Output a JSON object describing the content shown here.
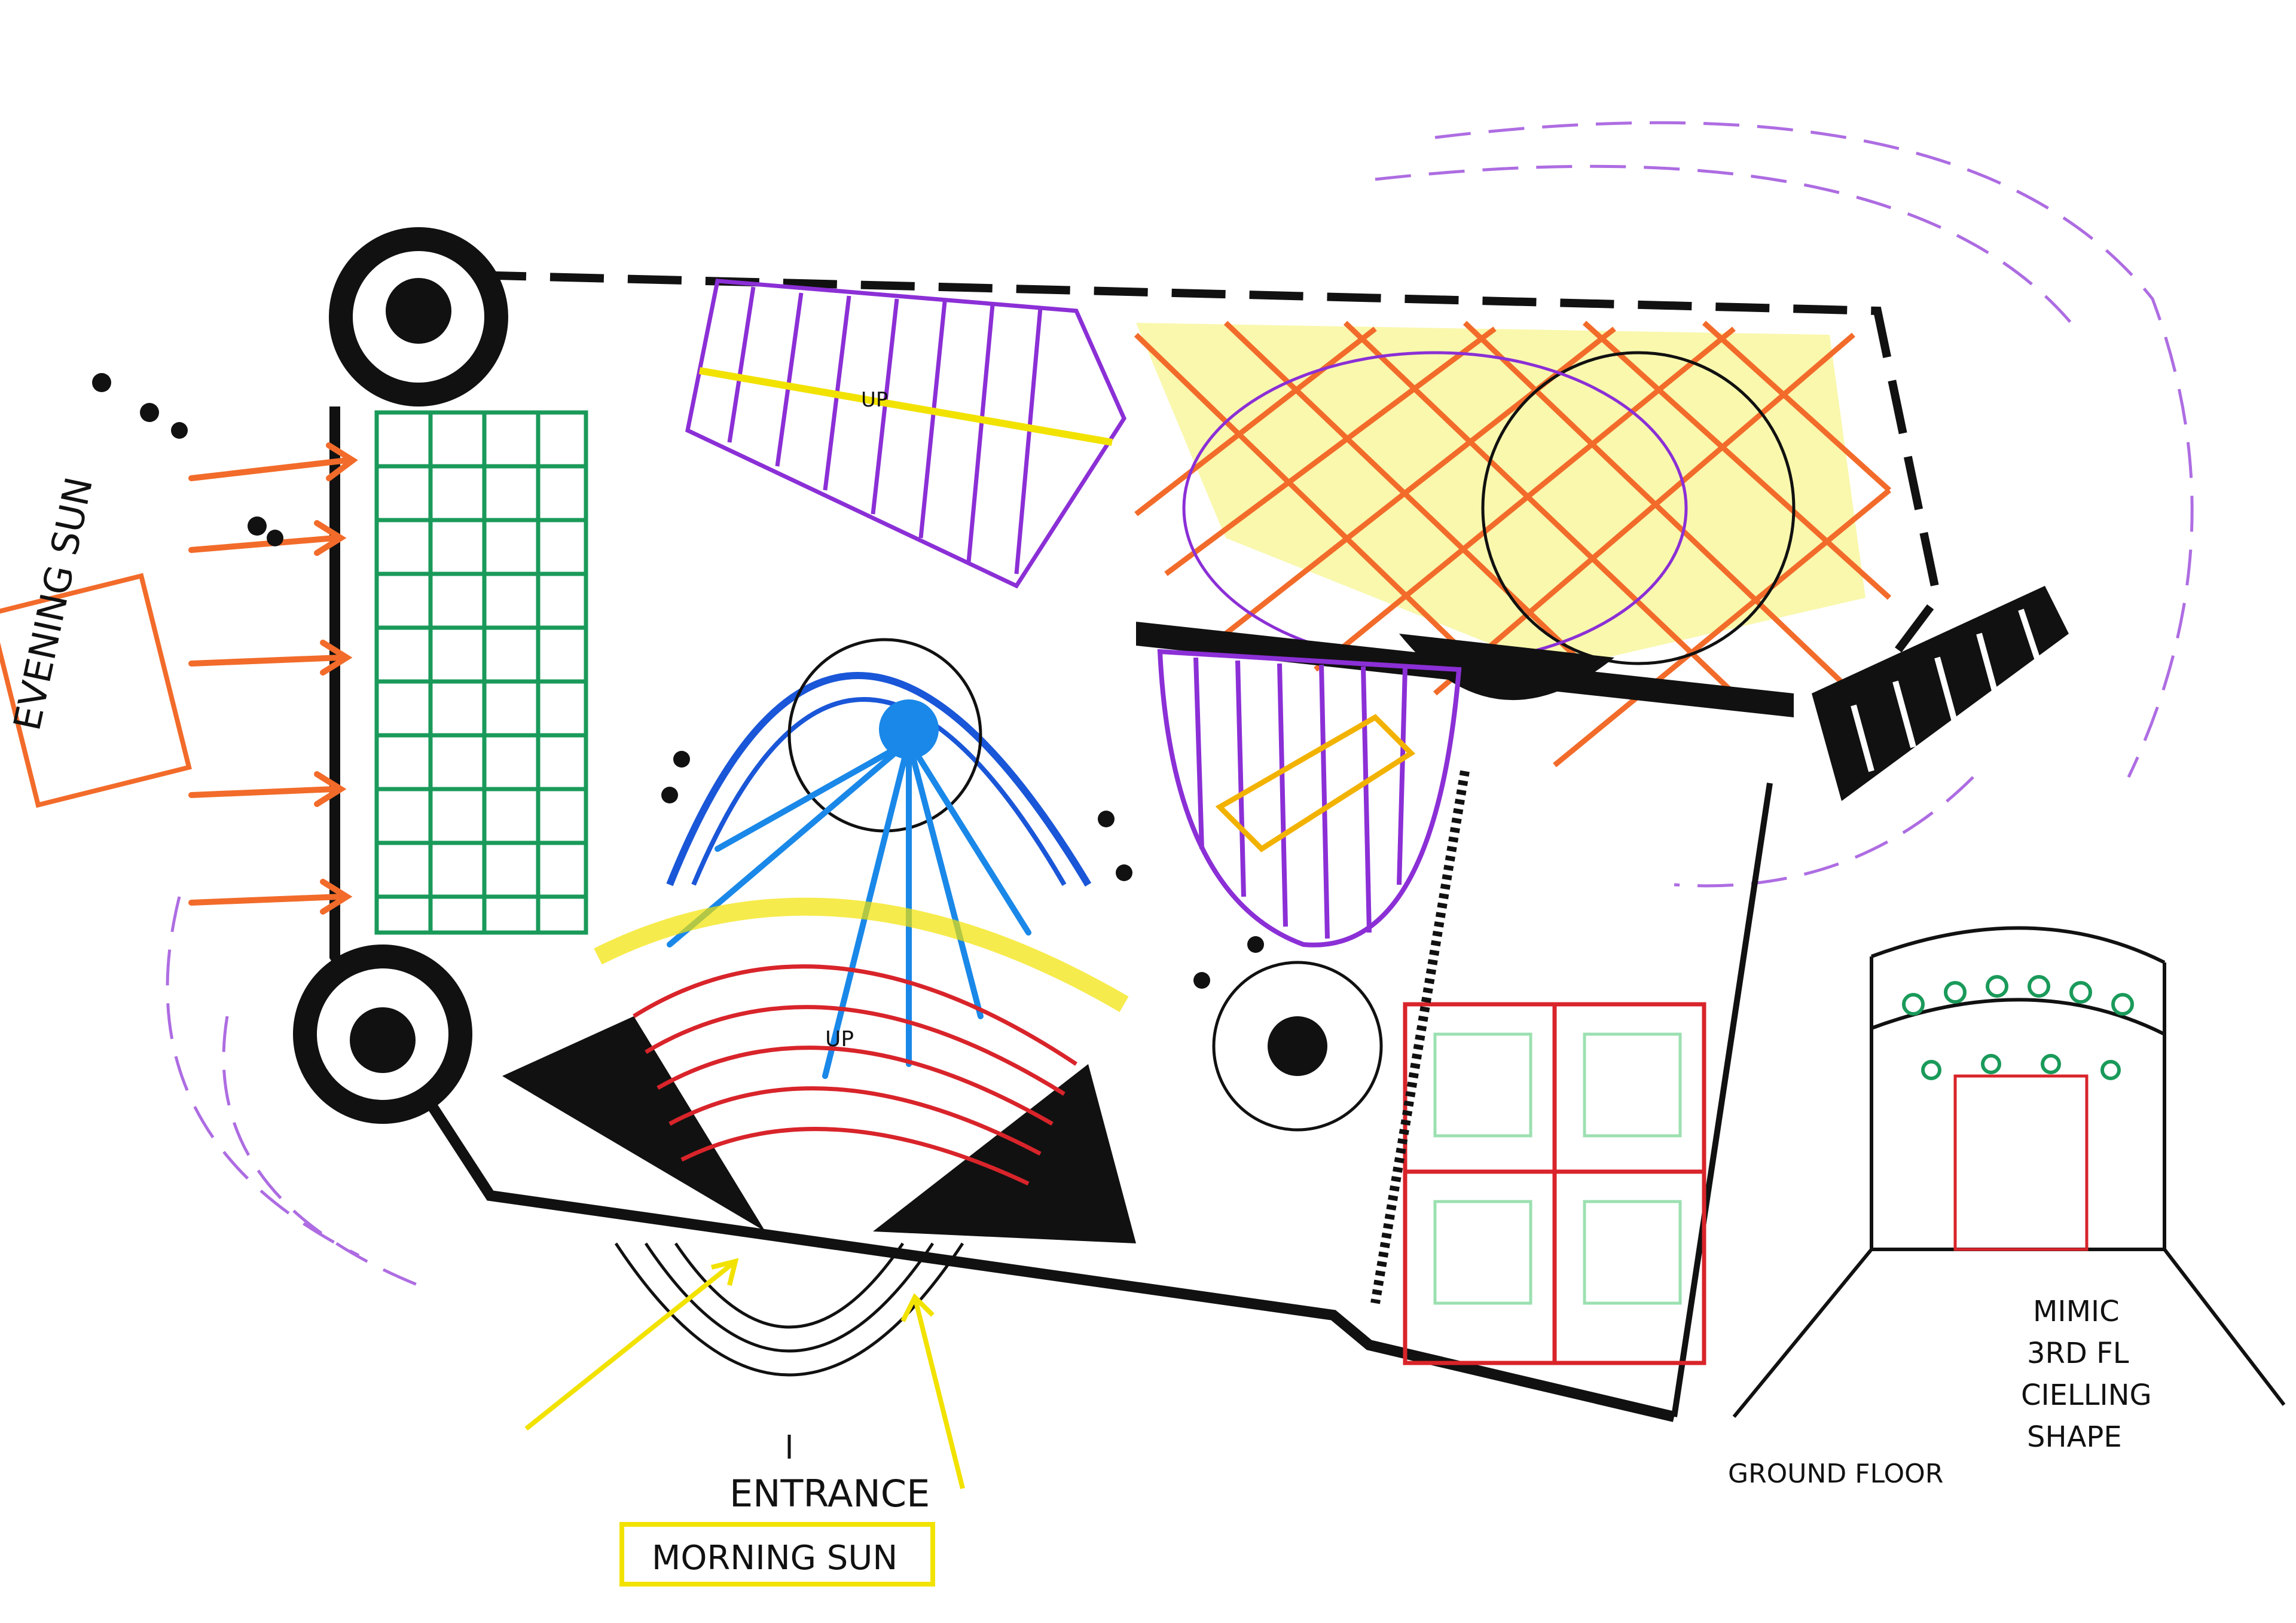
{
  "labels": {
    "evening_sun": "EVENING SUN",
    "morning_sun": "MORNING SUN",
    "entrance": "ENTRANCE",
    "ground_floor": "GROUND FLOOR",
    "mimic_line1": "MIMIC",
    "mimic_line2": "3RD FL",
    "mimic_line3": "CIELLING",
    "mimic_line4": "SHAPE",
    "up_left": "UP",
    "up_right": "UP"
  },
  "colors": {
    "ink": "#111111",
    "orange": "#f26b2a",
    "yellow": "#f2e200",
    "purple": "#8b2fd6",
    "blue": "#1a56d8",
    "green": "#1a9a5a",
    "red": "#d8242a",
    "lightgreen": "#9be0b0",
    "highlight_yellow": "#f4f36a"
  }
}
